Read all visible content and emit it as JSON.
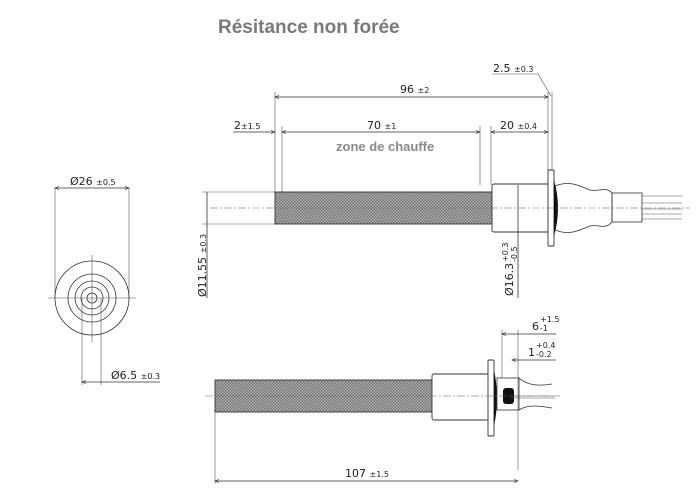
{
  "title": "Résitance non forée",
  "zone_label": "zone de chauffe",
  "dimensions": {
    "total_length": {
      "value": "96",
      "tol": "±2"
    },
    "flange_thickness": {
      "value": "2.5",
      "tol": "±0.3"
    },
    "offset": {
      "value": "2",
      "tol": "±1.5"
    },
    "heating_zone": {
      "value": "70",
      "tol": "±1"
    },
    "collar_length": {
      "value": "20",
      "tol": "±0.4"
    },
    "flange_diameter": {
      "value": "Ø26",
      "tol": "±0.5"
    },
    "tube_diameter": {
      "value": "Ø11.55",
      "tol": "±0.3"
    },
    "collar_diameter": {
      "value": "Ø16.3",
      "tol_plus": "+0.3",
      "tol_minus": "-0.5"
    },
    "lead_diameter": {
      "value": "Ø6.5",
      "tol": "±0.3"
    },
    "lead_length": {
      "value": "6",
      "tol_plus": "+1.5",
      "tol_minus": "-1"
    },
    "lead_gap": {
      "value": "1",
      "tol_plus": "+0.4",
      "tol_minus": "-0.2"
    },
    "overall_length": {
      "value": "107",
      "tol": "±1.5"
    }
  },
  "colors": {
    "title": "#7a7a7a",
    "hatch": "#8c8c8c",
    "line": "#333333"
  }
}
